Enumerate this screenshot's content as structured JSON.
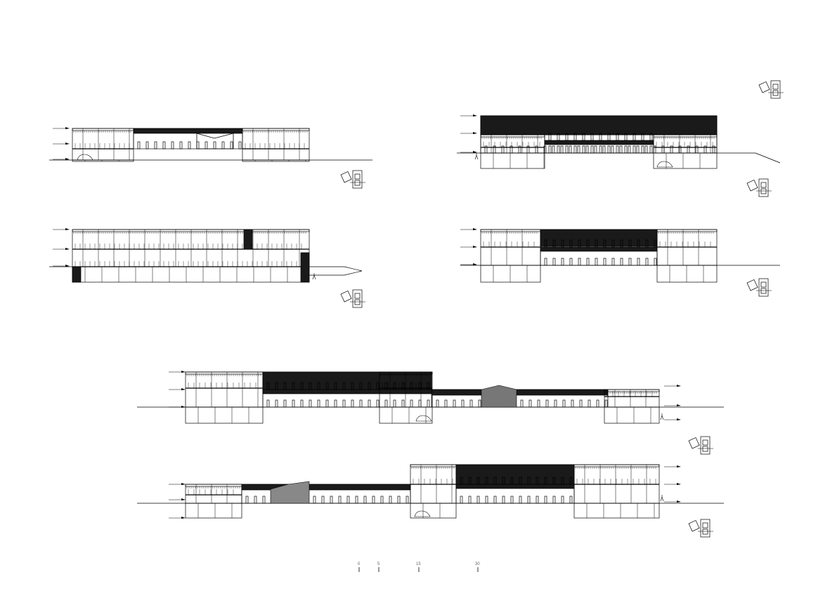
{
  "sheet": {
    "drawings": [
      {
        "id": "section-a"
      },
      {
        "id": "section-b"
      },
      {
        "id": "section-c"
      },
      {
        "id": "section-d"
      },
      {
        "id": "elevation-long-1"
      },
      {
        "id": "elevation-long-2"
      }
    ],
    "line_color": "#000000",
    "fill_dark": "#1a1a1a"
  },
  "scale_bar": {
    "labels": [
      "0",
      "5",
      "15",
      "30"
    ]
  }
}
